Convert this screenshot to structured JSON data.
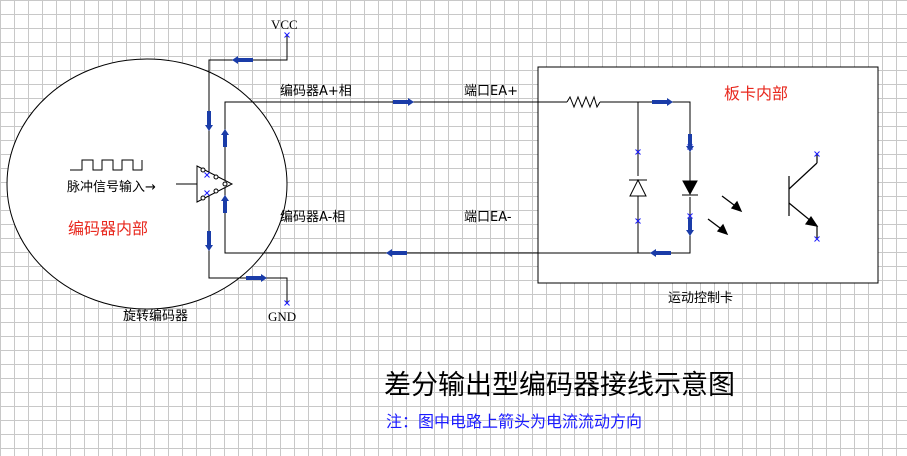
{
  "vcc": "VCC",
  "gnd": "GND",
  "encoder": {
    "caption": "旋转编码器",
    "inner_label": "编码器内部",
    "pulse_label": "脉冲信号输入→"
  },
  "wires": {
    "a_plus": "编码器A+相",
    "a_minus": "编码器A-相",
    "port_ea_plus": "端口EA+",
    "port_ea_minus": "端口EA-"
  },
  "card": {
    "inner_label": "板卡内部",
    "caption": "运动控制卡"
  },
  "title": "差分输出型编码器接线示意图",
  "note": "注：图中电路上箭头为电流流动方向",
  "colors": {
    "grid": "#c8c8c8",
    "arrow": "#1a3ca8",
    "red_label": "#e8281e",
    "note_blue": "#1a1aff",
    "endpoint": "#1a1aff"
  }
}
